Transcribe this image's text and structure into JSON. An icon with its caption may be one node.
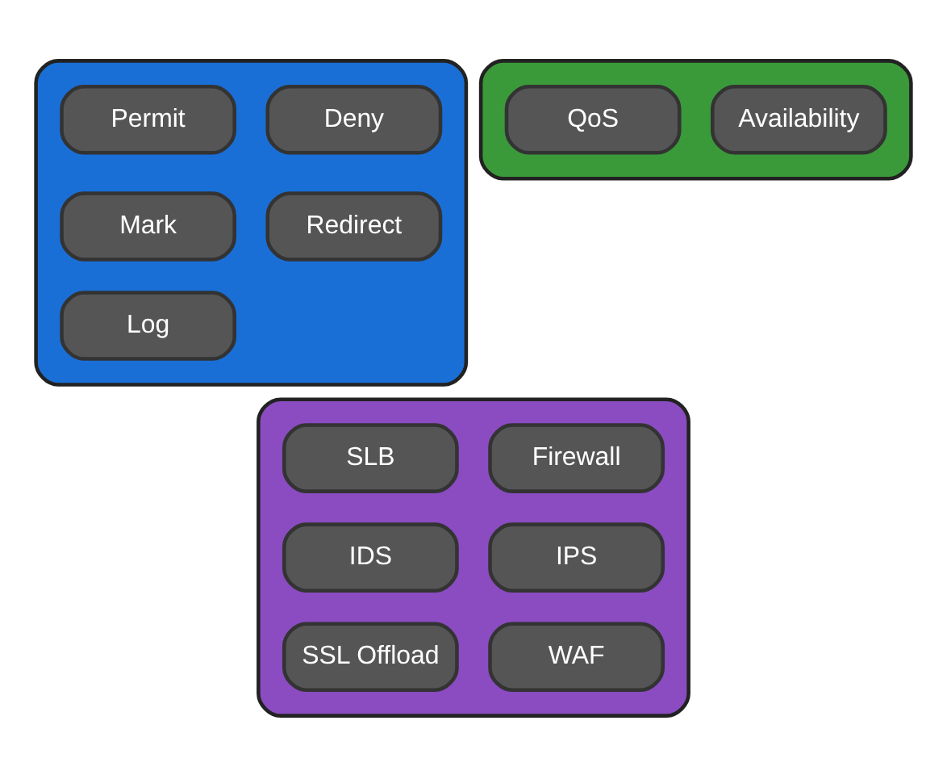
{
  "diagram": {
    "nodes": [
      {
        "text": [],
        "shape": "box"
      },
      {
        "text": [
          "Permit"
        ],
        "in": 0
      },
      {
        "text": [
          "Deny"
        ],
        "in": 0
      },
      {
        "text": [
          "Mark"
        ],
        "in": 0
      },
      {
        "text": [
          "Redirect"
        ],
        "in": 0
      },
      {
        "text": [
          "Log"
        ],
        "in": 0
      },
      {
        "text": [],
        "shape": "box"
      },
      {
        "text": [
          "QoS"
        ],
        "in": 6
      },
      {
        "text": [
          "Availability"
        ],
        "in": 6
      },
      {
        "text": [],
        "shape": "box"
      },
      {
        "text": [
          "SLB"
        ],
        "in": 9
      },
      {
        "text": [
          "Firewall"
        ],
        "in": 9
      },
      {
        "text": [
          "IDS"
        ],
        "in": 9
      },
      {
        "text": [
          "IPS"
        ],
        "in": 9
      },
      {
        "text": [
          "SSL Offload"
        ],
        "in": 9
      },
      {
        "text": [
          "WAF"
        ],
        "in": 9
      }
    ]
  }
}
